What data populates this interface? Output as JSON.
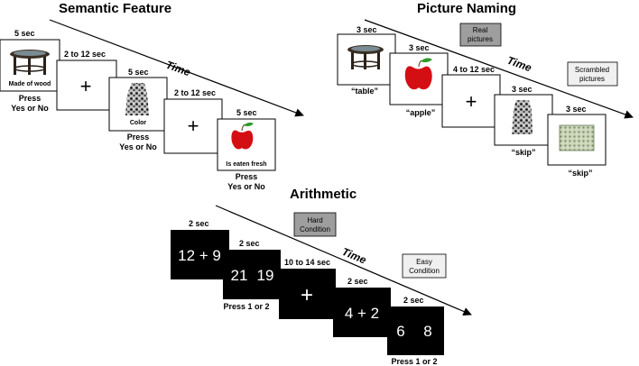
{
  "panels": {
    "semantic": {
      "title": "Semantic Feature",
      "time_label": "Time",
      "t1": "5 sec",
      "t2": "2 to 12 sec",
      "t3": "5 sec",
      "t4": "2 to 12 sec",
      "t5": "5 sec",
      "cap1": "Made of wood",
      "cap3": "Color",
      "cap5": "Is eaten fresh",
      "press_a1": "Press",
      "press_a2": "Yes or No",
      "press_b1": "Press",
      "press_b2": "Yes or No",
      "press_c1": "Press",
      "press_c2": "Yes or No",
      "fix": "+"
    },
    "naming": {
      "title": "Picture Naming",
      "time_label": "Time",
      "real1": "Real",
      "real2": "pictures",
      "scr1": "Scrambled",
      "scr2": "pictures",
      "t1": "3 sec",
      "t2": "3 sec",
      "t3": "4 to 12 sec",
      "t4": "3 sec",
      "t5": "3 sec",
      "r1": "“table”",
      "r2": "“apple”",
      "r4": "“skip”",
      "r5": "“skip”",
      "fix": "+"
    },
    "arith": {
      "title": "Arithmetic",
      "time_label": "Time",
      "hard1": "Hard",
      "hard2": "Condition",
      "easy1": "Easy",
      "easy2": "Condition",
      "t1": "2 sec",
      "t2": "2 sec",
      "t3": "10 to 14 sec",
      "t4": "2 sec",
      "t5": "2 sec",
      "s1": "12 + 9",
      "s2a": "21",
      "s2b": "19",
      "s4": "4 + 2",
      "s5a": "6",
      "s5b": "8",
      "press_a": "Press 1 or 2",
      "press_b": "Press 1 or 2",
      "fix": "+"
    }
  },
  "colors": {
    "note_box": "#9e9e9e",
    "note_box_light": "#f0f0f0",
    "apple_red": "#d40f14",
    "leaf": "#2f9a2c"
  }
}
